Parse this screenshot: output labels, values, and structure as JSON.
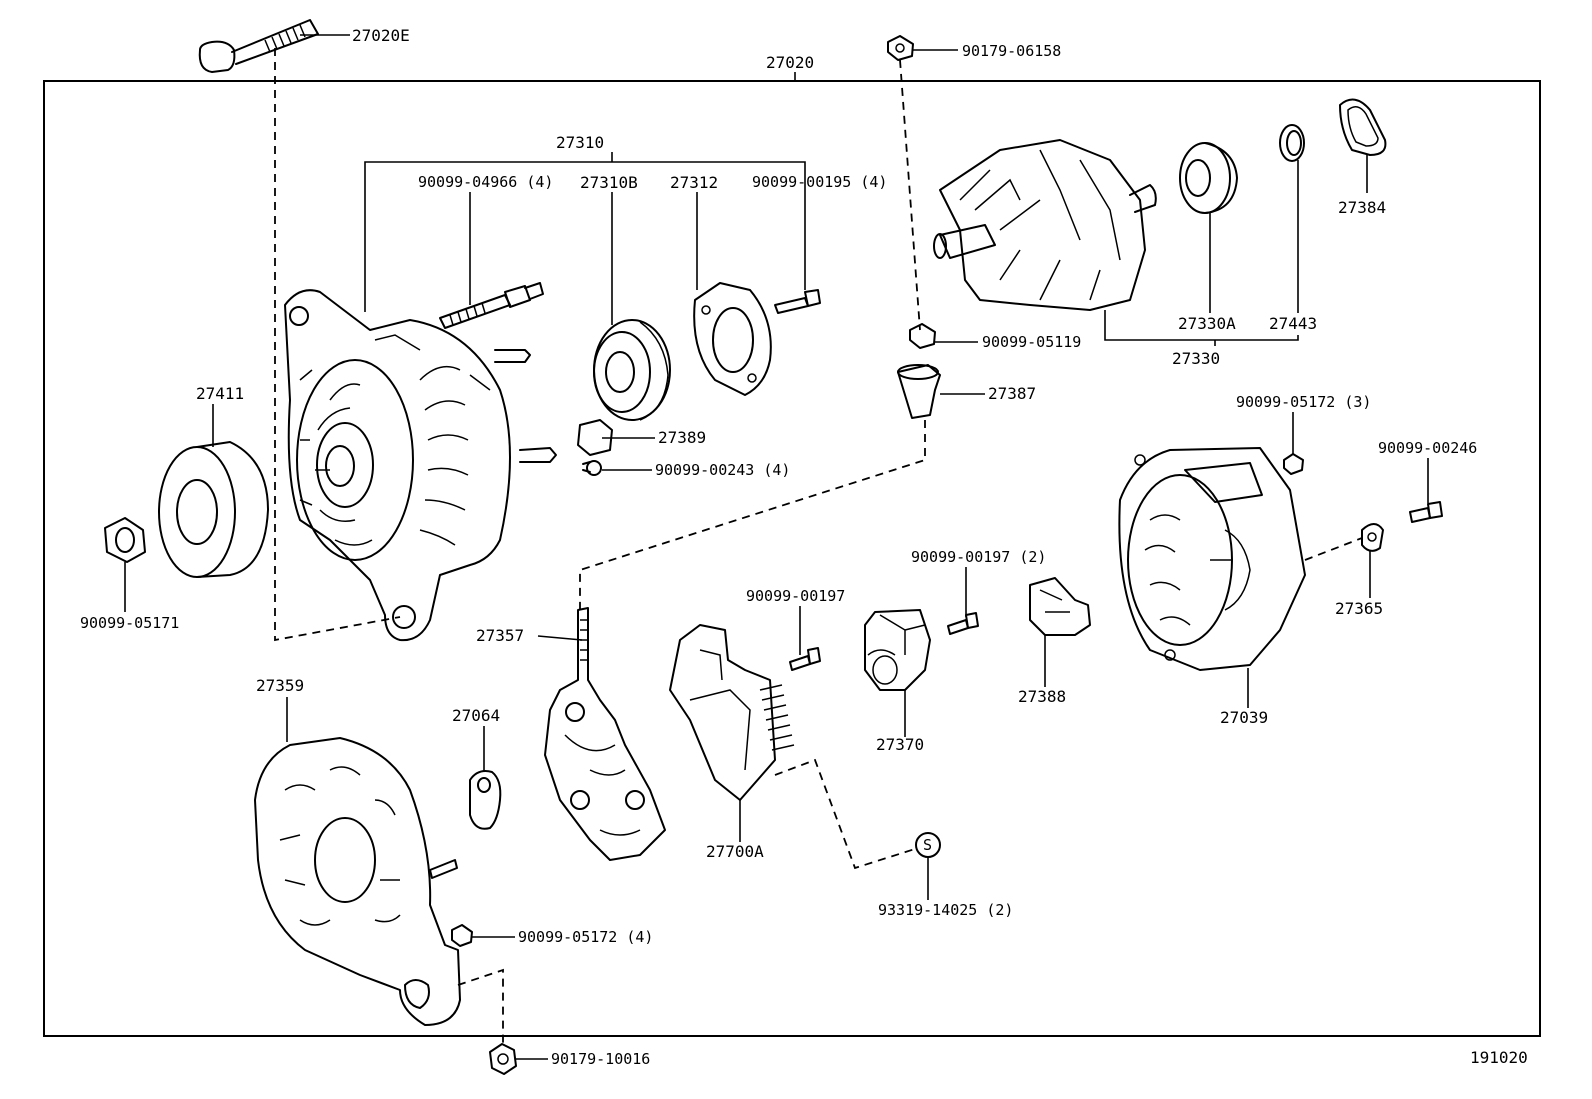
{
  "diagram_code": "191020",
  "labels": {
    "p27020E": "27020E",
    "p27020": "27020",
    "p90179_06158": "90179-06158",
    "p27310": "27310",
    "p90099_04966": "90099-04966 (4)",
    "p27310B": "27310B",
    "p27312": "27312",
    "p90099_00195": "90099-00195 (4)",
    "p27384": "27384",
    "p27330A": "27330A",
    "p27443": "27443",
    "p27330": "27330",
    "p90099_05119": "90099-05119",
    "p27411": "27411",
    "p27389": "27389",
    "p90099_00243": "90099-00243 (4)",
    "p27387": "27387",
    "p90099_05172_3": "90099-05172 (3)",
    "p90099_00246": "90099-00246",
    "p90099_05171": "90099-05171",
    "p90099_00197_2": "90099-00197 (2)",
    "p90099_00197": "90099-00197",
    "p27357": "27357",
    "p27365": "27365",
    "p27388": "27388",
    "p27359": "27359",
    "p27064": "27064",
    "p27370": "27370",
    "p27039": "27039",
    "p27700A": "27700A",
    "p93319_14025": "93319-14025 (2)",
    "p90099_05172_4": "90099-05172 (4)",
    "p90179_10016": "90179-10016"
  }
}
